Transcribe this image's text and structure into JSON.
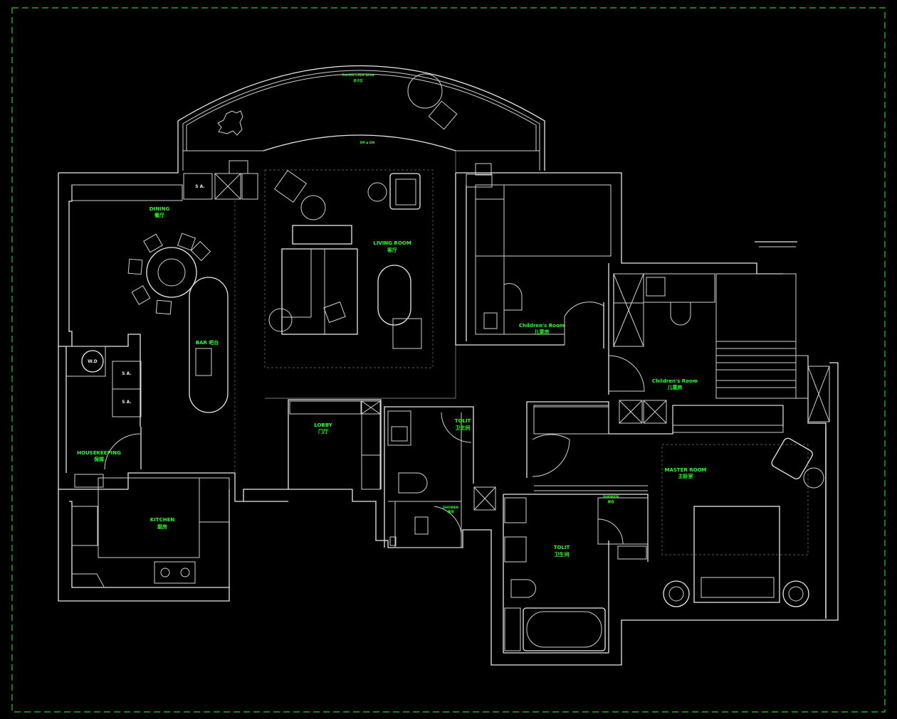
{
  "rooms": {
    "parent_child_area": {
      "en": "Parent Child Area",
      "zh": "亲子区"
    },
    "dining": {
      "en": "DINING",
      "zh": "餐厅"
    },
    "living_room": {
      "en": "LIVING ROOM",
      "zh": "客厅"
    },
    "bar": {
      "en": "BAR 吧台"
    },
    "childrens_room_1": {
      "en": "Children's Room",
      "zh": "儿童房"
    },
    "childrens_room_2": {
      "en": "Children's Room",
      "zh": "儿童房"
    },
    "lobby": {
      "en": "LOBBY",
      "zh": "门厅"
    },
    "toilet_1": {
      "en": "TOLIT",
      "zh": "卫生间"
    },
    "toilet_2": {
      "en": "TOLIT",
      "zh": "卫生间"
    },
    "shower_1": {
      "en": "SHOWER",
      "zh": "淋浴"
    },
    "shower_2": {
      "en": "SHOWER",
      "zh": "淋浴"
    },
    "housekeeping": {
      "en": "HOUSEKEEPING",
      "zh": "保姆"
    },
    "kitchen": {
      "en": "KITCHEN",
      "zh": "厨房"
    },
    "master_room": {
      "en": "MASTER ROOM",
      "zh": "主卧室"
    }
  },
  "markers": {
    "wd": "W.D",
    "sa1": "S A.",
    "sa2": "S A.",
    "sa3": "S A.",
    "up_dn": "UP ▪ DN"
  },
  "colors": {
    "label": "#22ff22",
    "line": "#e8e8e8",
    "frame": "#1fd21f",
    "background": "#000000"
  }
}
